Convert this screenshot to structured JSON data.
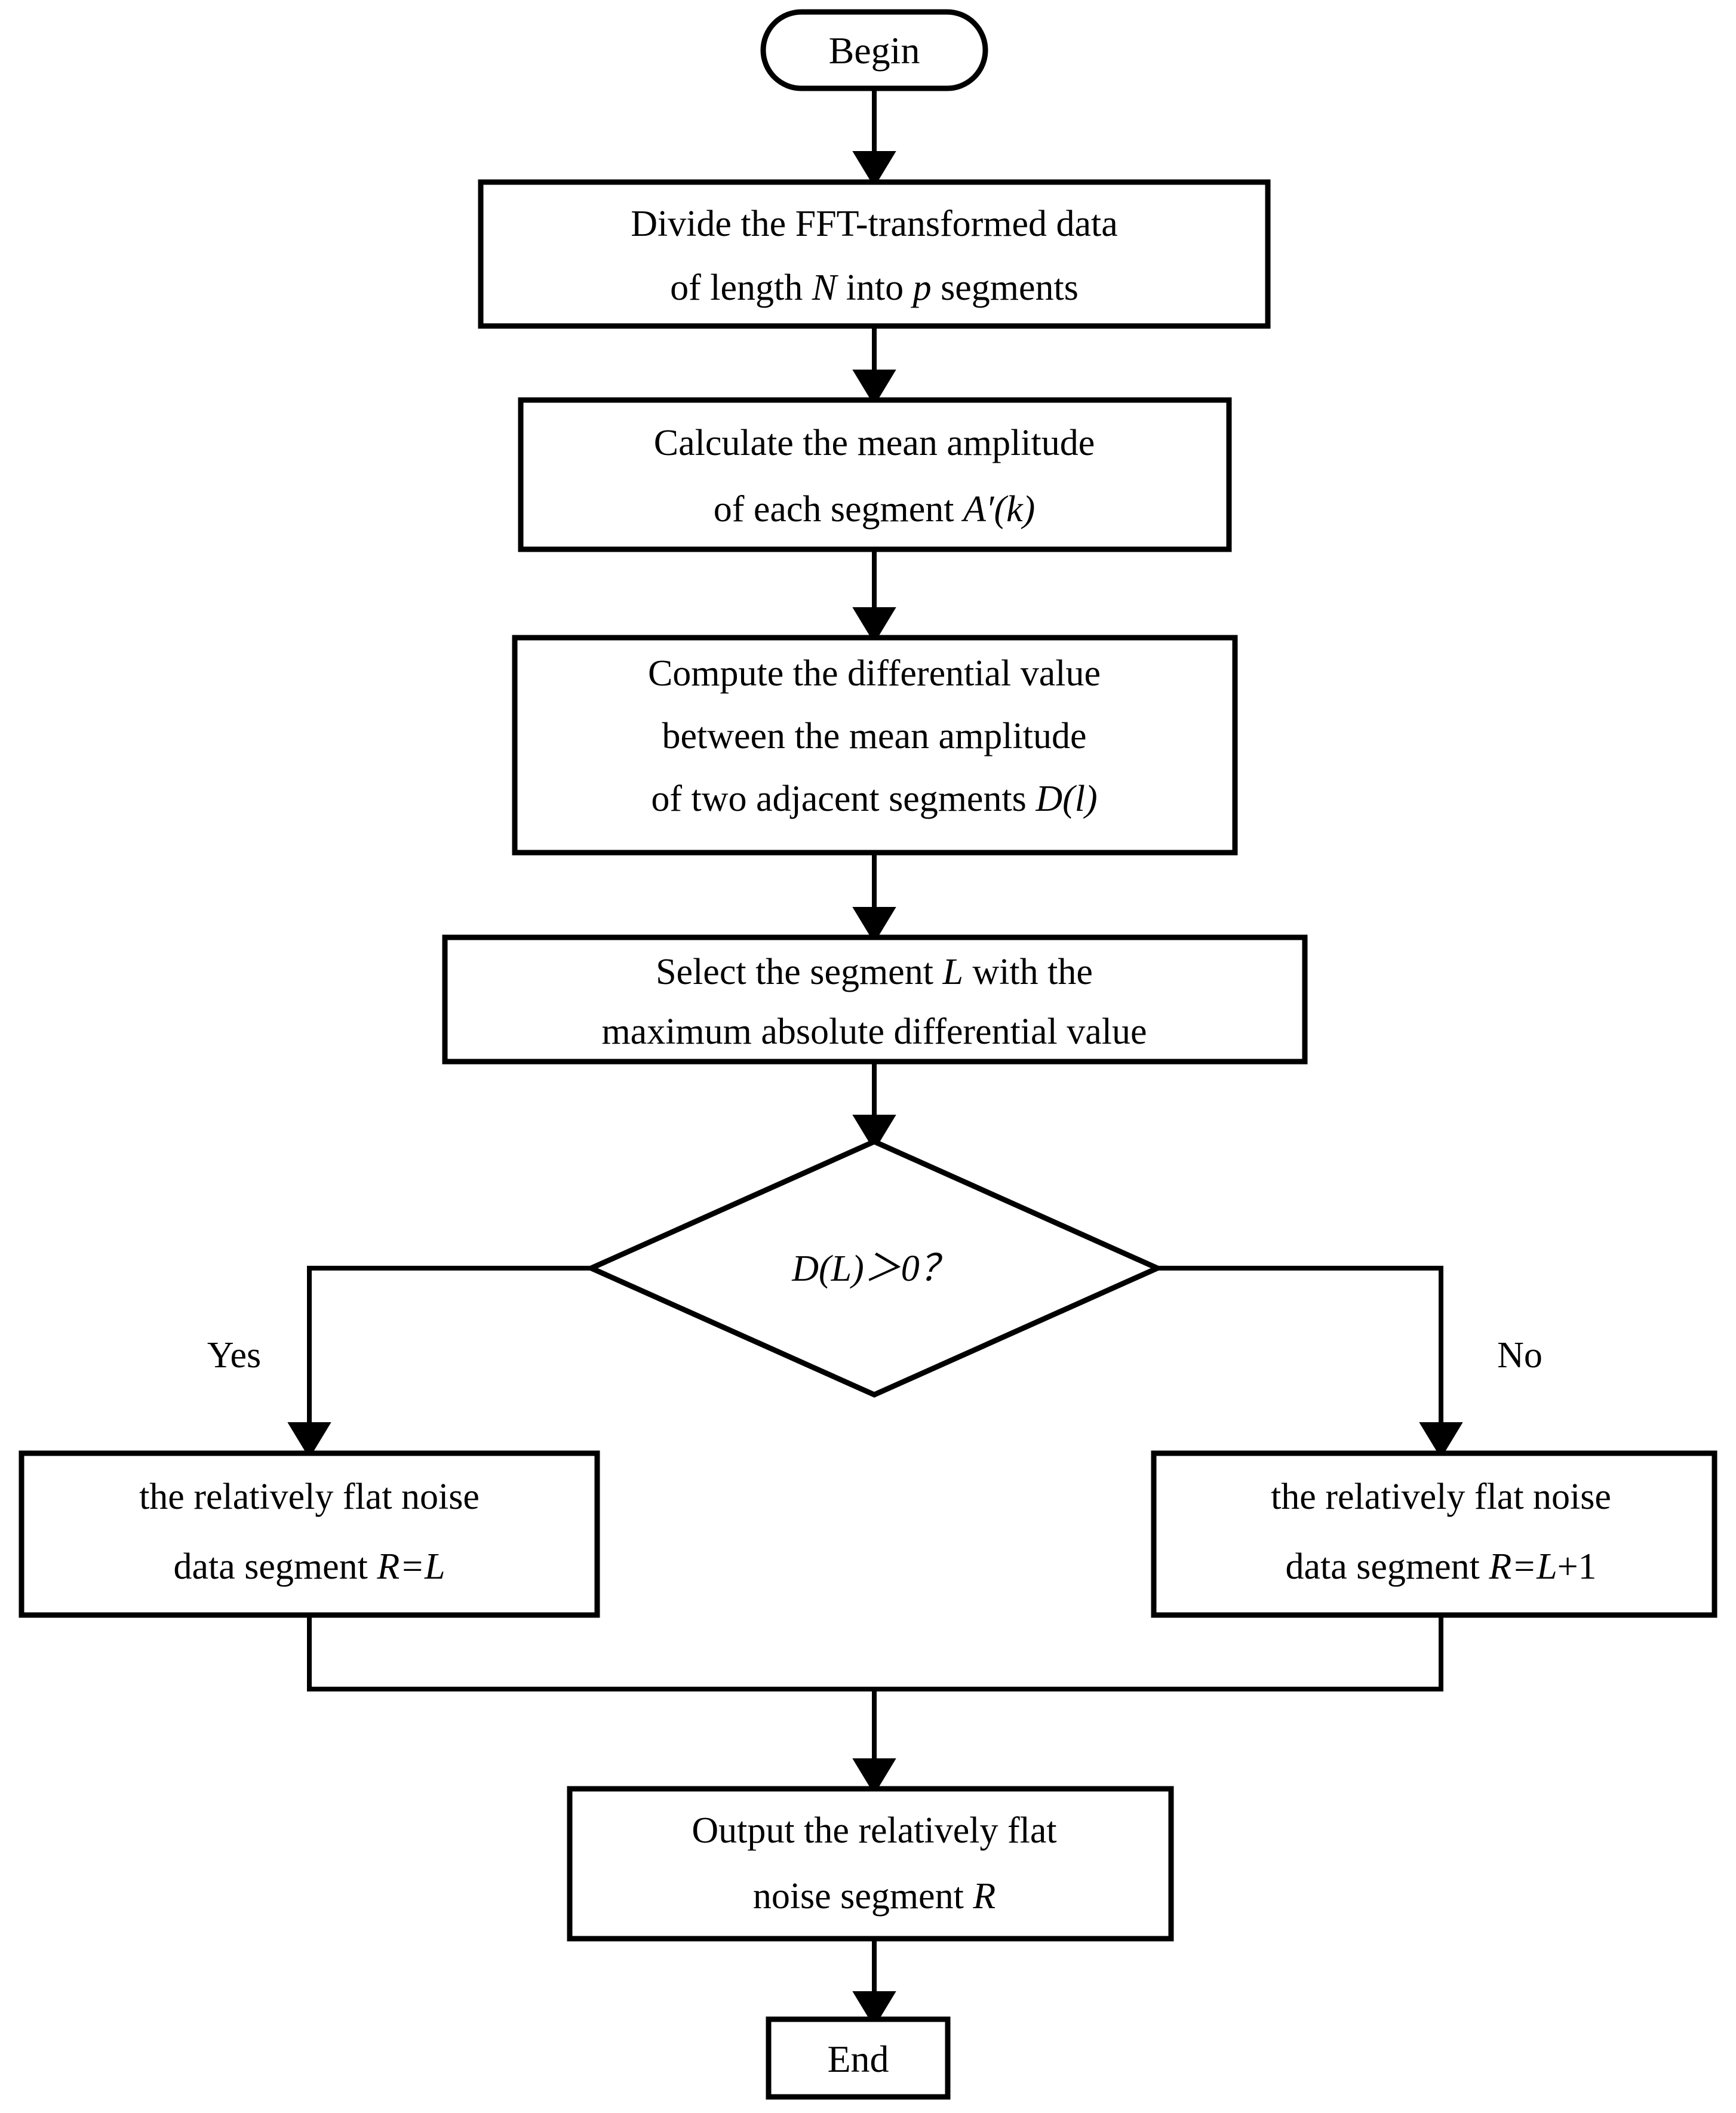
{
  "diagram": {
    "type": "flowchart",
    "title": "Relatively flat noise segment selection flowchart",
    "orientation": "top-to-bottom",
    "colors": {
      "stroke": "#000000",
      "fill": "#ffffff",
      "text": "#000000"
    }
  },
  "nodes": {
    "begin": {
      "shape": "terminator-rounded",
      "label": "Begin"
    },
    "divide": {
      "shape": "process",
      "line1": "Divide the FFT-transformed data",
      "line2_a": "of length ",
      "line2_b": "N",
      "line2_c": " into  ",
      "line2_d": "p",
      "line2_e": " segments"
    },
    "calculate": {
      "shape": "process",
      "line1": "Calculate the mean amplitude",
      "line2_a": "of each segment ",
      "line2_b": "A′(k)"
    },
    "compute": {
      "shape": "process",
      "line1": "Compute the differential value",
      "line2": "between the mean amplitude",
      "line3_a": "of two adjacent segments ",
      "line3_b": "D(l)"
    },
    "select": {
      "shape": "process",
      "line1_a": "Select the segment ",
      "line1_b": "L",
      "line1_c": " with the",
      "line2": "maximum absolute differential value"
    },
    "decision": {
      "shape": "diamond",
      "condition_a": "D(L)",
      "condition_b": "＞0？"
    },
    "yes_branch": {
      "shape": "process",
      "line1": "the relatively flat noise",
      "line2_a": "data segment ",
      "line2_b": "R=L"
    },
    "no_branch": {
      "shape": "process",
      "line1": "the relatively flat noise",
      "line2_a": "data segment ",
      "line2_b": "R=L",
      "line2_c": "+1"
    },
    "output": {
      "shape": "process",
      "line1": "Output the relatively flat",
      "line2_a": "noise segment ",
      "line2_b": "R"
    },
    "end": {
      "shape": "terminator-rect",
      "label": "End"
    }
  },
  "edge_labels": {
    "yes": "Yes",
    "no": "No"
  },
  "edges": [
    {
      "from": "begin",
      "to": "divide",
      "label": ""
    },
    {
      "from": "divide",
      "to": "calculate",
      "label": ""
    },
    {
      "from": "calculate",
      "to": "compute",
      "label": ""
    },
    {
      "from": "compute",
      "to": "select",
      "label": ""
    },
    {
      "from": "select",
      "to": "decision",
      "label": ""
    },
    {
      "from": "decision",
      "to": "yes_branch",
      "label": "Yes"
    },
    {
      "from": "decision",
      "to": "no_branch",
      "label": "No"
    },
    {
      "from": "yes_branch",
      "to": "output",
      "label": ""
    },
    {
      "from": "no_branch",
      "to": "output",
      "label": ""
    },
    {
      "from": "output",
      "to": "end",
      "label": ""
    }
  ]
}
